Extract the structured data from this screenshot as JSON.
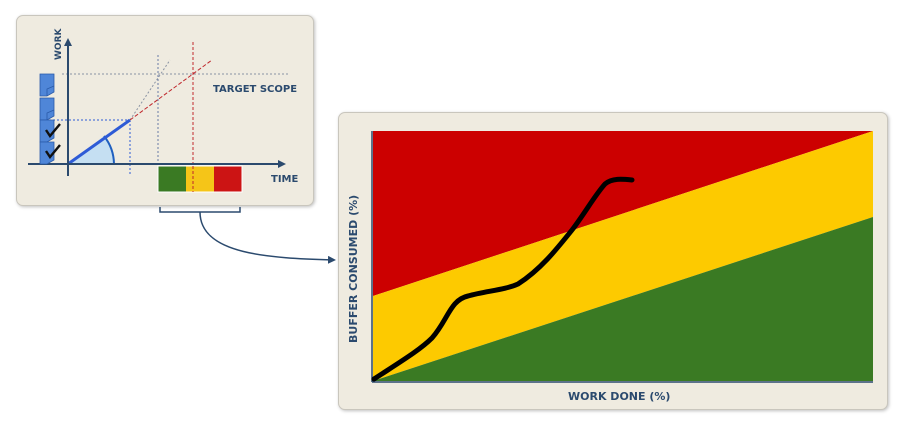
{
  "small_diagram": {
    "y_axis_label": "WORK",
    "x_axis_label": "TIME",
    "target_label": "TARGET SCOPE",
    "task_states": [
      "pending",
      "pending",
      "done",
      "done"
    ],
    "buffer_segments": [
      {
        "zone": "green",
        "color": "#3a7a23"
      },
      {
        "zone": "yellow",
        "color": "#f5c518"
      },
      {
        "zone": "red",
        "color": "#cc1414"
      }
    ]
  },
  "fever_chart": {
    "y_axis_label": "BUFFER CONSUMED  (%)",
    "x_axis_label": "WORK DONE (%)",
    "zones": {
      "green": "#3a7a23",
      "yellow": "#fdca00",
      "red": "#cc0000"
    },
    "colors": {
      "axis": "#2b4a6e",
      "trend": "#000000",
      "panel": "#efebe0"
    }
  }
}
